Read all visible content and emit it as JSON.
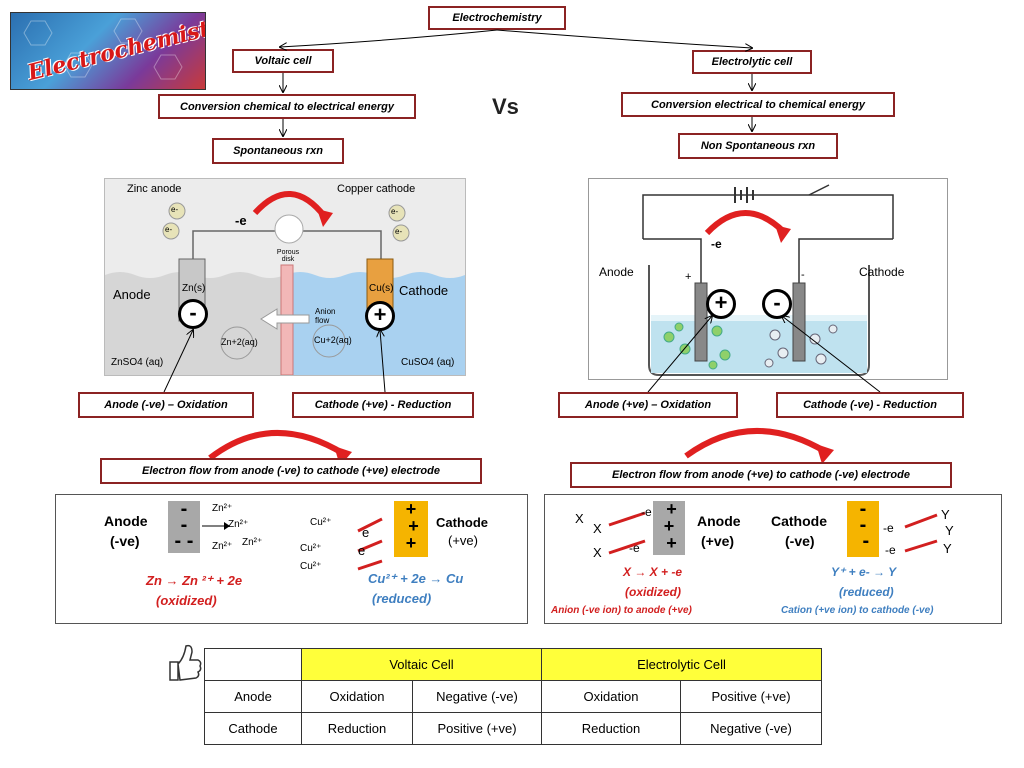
{
  "title": "Electrochemistry",
  "logo_text": "Electrochemistry",
  "vs": "Vs",
  "voltaic": {
    "name": "Voltaic cell",
    "conversion": "Conversion chemical to electrical energy",
    "spontaneity": "Spontaneous rxn",
    "diagram": {
      "zinc_anode": "Zinc anode",
      "copper_cathode": "Copper cathode",
      "porous_disk": "Porous disk",
      "anion_flow": "Anion flow",
      "anode": "Anode",
      "cathode": "Cathode",
      "zn_s": "Zn(s)",
      "cu_s": "Cu(s)",
      "zn_aq": "Zn+2(aq)",
      "cu_aq": "Cu+2(aq)",
      "znso4": "ZnSO4 (aq)",
      "cuso4": "CuSO4 (aq)",
      "electron": "e-",
      "minus_e": "-e",
      "anode_sign": "-",
      "cathode_sign": "+"
    },
    "anode_box": "Anode (-ve) – Oxidation",
    "cathode_box": "Cathode (+ve) - Reduction",
    "flow": "Electron flow from anode (-ve) to cathode (+ve) electrode",
    "detail": {
      "anode": "Anode",
      "anode_sign": "(-ve)",
      "cathode": "Cathode",
      "cathode_sign": "(+ve)",
      "zn_ion": "Zn²⁺",
      "cu_ion": "Cu²⁺",
      "e": "e",
      "anode_eq": "Zn → Zn ²⁺ + 2e",
      "anode_state": "(oxidized)",
      "cathode_eq": "Cu²⁺ + 2e → Cu",
      "cathode_state": "(reduced)"
    }
  },
  "electrolytic": {
    "name": "Electrolytic cell",
    "conversion": "Conversion electrical  to chemical energy",
    "spontaneity": "Non Spontaneous rxn",
    "diagram": {
      "anode": "Anode",
      "cathode": "Cathode",
      "minus_e": "-e",
      "anode_sign": "+",
      "cathode_sign": "-",
      "small_plus": "+",
      "small_minus": "-"
    },
    "anode_box": "Anode (+ve) – Oxidation",
    "cathode_box": "Cathode (-ve) - Reduction",
    "flow": "Electron flow from anode (+ve)  to cathode (-ve) electrode",
    "detail": {
      "anode": "Anode",
      "anode_sign": "(+ve)",
      "cathode": "Cathode",
      "cathode_sign": "(-ve)",
      "x": "X",
      "y": "Y",
      "e": "-e",
      "anode_eq": "X → X + -e",
      "anode_state": "(oxidized)",
      "anode_note": "Anion (-ve ion) to anode (+ve)",
      "cathode_eq": "Y⁺ + e- → Y",
      "cathode_state": "(reduced)",
      "cathode_note": "Cation (+ve ion) to cathode (-ve)"
    }
  },
  "table": {
    "headers": [
      "",
      "Voltaic Cell",
      "Electrolytic Cell"
    ],
    "rows": [
      [
        "Anode",
        "Oxidation",
        "Negative (-ve)",
        "Oxidation",
        "Positive (+ve)"
      ],
      [
        "Cathode",
        "Reduction",
        "Positive (+ve)",
        "Reduction",
        "Negative (-ve)"
      ]
    ]
  },
  "colors": {
    "box_border": "#8b2323",
    "red": "#d21f1f",
    "blue": "#3f7fc0",
    "highlight": "#ffff3a"
  }
}
